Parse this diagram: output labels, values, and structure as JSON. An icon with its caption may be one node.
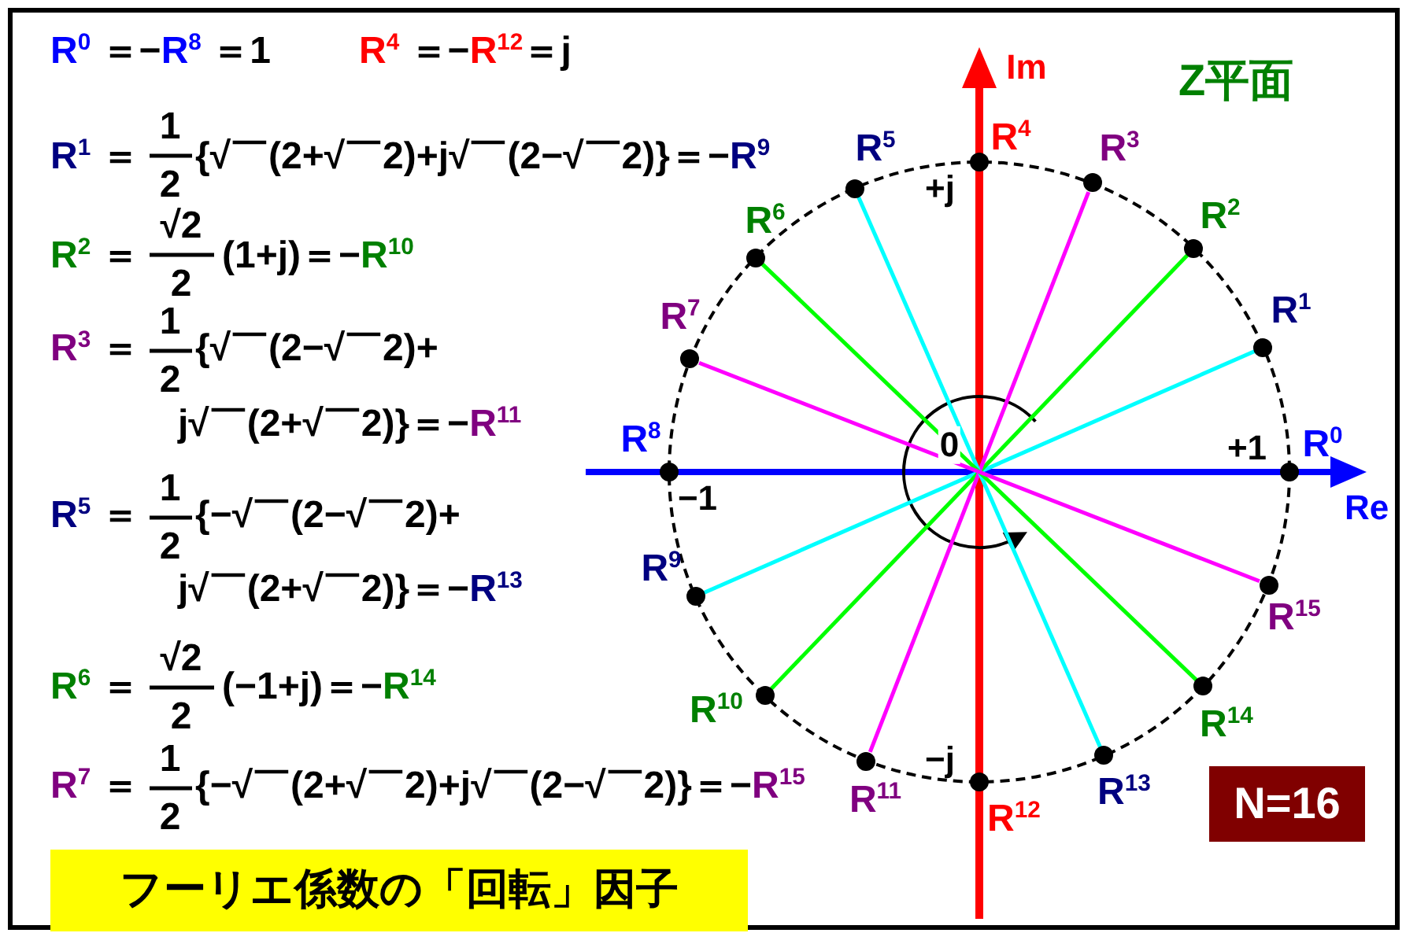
{
  "diagram": {
    "caption": "フーリエ係数の「回転」因子",
    "nodes": [
      {
        "text": [],
        "shape": "circle",
        "beside": [
          "R$^{0}$"
        ]
      },
      {
        "text": [],
        "shape": "circle",
        "beside": [
          "R$^{1}$"
        ]
      },
      {
        "text": [],
        "shape": "circle",
        "beside": [
          "R$^{2}$"
        ]
      },
      {
        "text": [],
        "shape": "circle",
        "beside": [
          "R$^{3}$"
        ]
      },
      {
        "text": [],
        "shape": "circle",
        "beside": [
          "R$^{4}$"
        ]
      },
      {
        "text": [],
        "shape": "circle",
        "beside": [
          "R$^{5}$"
        ]
      },
      {
        "text": [],
        "shape": "circle",
        "beside": [
          "R$^{6}$"
        ]
      },
      {
        "text": [],
        "shape": "circle",
        "beside": [
          "R$^{7}$"
        ]
      },
      {
        "text": [],
        "shape": "circle",
        "beside": [
          "R$^{8}$"
        ]
      },
      {
        "text": [],
        "shape": "circle",
        "beside": [
          "R$^{9}$"
        ]
      },
      {
        "text": [],
        "shape": "circle",
        "beside": [
          "R$^{10}$"
        ]
      },
      {
        "text": [],
        "shape": "circle",
        "beside": [
          "R$^{11}$"
        ]
      },
      {
        "text": [],
        "shape": "circle",
        "beside": [
          "R$^{12}$"
        ]
      },
      {
        "text": [],
        "shape": "circle",
        "beside": [
          "R$^{13}$"
        ]
      },
      {
        "text": [],
        "shape": "circle",
        "beside": [
          "R$^{14}$"
        ]
      },
      {
        "text": [],
        "shape": "circle",
        "beside": [
          "R$^{15}$"
        ]
      },
      {
        "text": [
          "N=16"
        ]
      }
    ],
    "edges": [
      {
        "from": 1,
        "to": 9,
        "arrow": "none",
        "color": "#00ffff"
      },
      {
        "from": 2,
        "to": 10,
        "arrow": "none",
        "color": "#00ff00"
      },
      {
        "from": 3,
        "to": 11,
        "arrow": "none",
        "color": "#ff00ff"
      },
      {
        "from": 5,
        "to": 13,
        "arrow": "none",
        "color": "#00ffff"
      },
      {
        "from": 6,
        "to": 14,
        "arrow": "none",
        "color": "#00ff00"
      },
      {
        "from": 7,
        "to": 15,
        "arrow": "none",
        "color": "#ff00ff"
      }
    ],
    "labels": [
      "R$^{0}$ ＝−R$^{8}$ ＝1",
      "R$^{4}$ ＝−R$^{12}$＝j",
      "R$^{1}$ ＝",
      "1",
      "2",
      "{√￣(2+√￣2)+j√￣(2−√￣2)}＝−R$^{9}$",
      "R$^{2}$ ＝",
      "√2",
      "2",
      "(1+j)＝−R$^{10}$",
      "R$^{3}$ ＝",
      "1",
      "2",
      "{√￣(2−√￣2)+",
      "j√￣(2+√￣2)}＝−R$^{11}$",
      "R$^{5}$ ＝",
      "1",
      "2",
      "{−√￣(2−√￣2)+",
      "j√￣(2+√￣2)}＝−R$^{13}$",
      "R$^{6}$ ＝",
      "√2",
      "2",
      "(−1+j)＝−R$^{14}$",
      "R$^{7}$ ＝",
      "1",
      "2",
      "{−√￣(2+√￣2)+j√￣(2−√￣2)}＝−R$^{15}$",
      "Im",
      "Z平面",
      "+j",
      "0",
      "+1",
      "−1",
      "Re",
      "−j"
    ]
  }
}
